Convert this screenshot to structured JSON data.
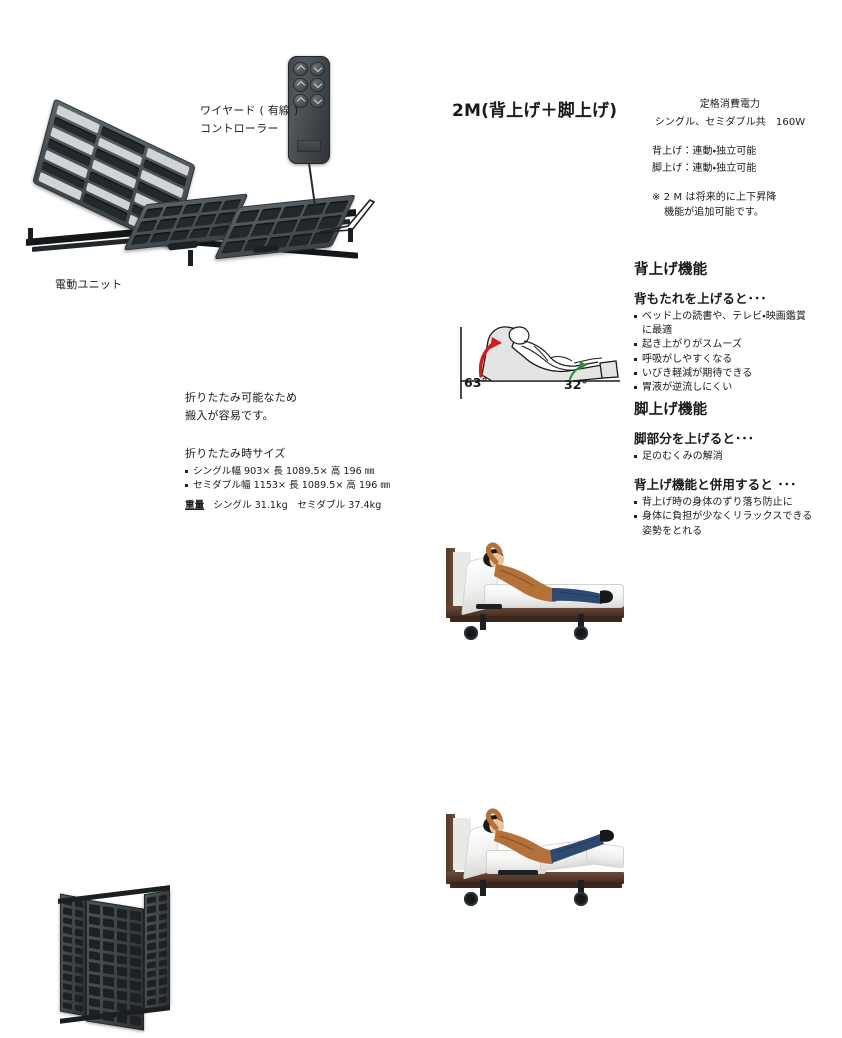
{
  "document": {
    "title": "2M(背上げ＋脚上げ)",
    "page_bg": "#ffffff"
  },
  "controller": {
    "label_line1": "ワイヤード ( 有線 )",
    "label_line2": "コントローラー",
    "button_count": 6,
    "buttons": [
      {
        "name": "back-up",
        "glyph": "chevron-up"
      },
      {
        "name": "back-down",
        "glyph": "chevron-down"
      },
      {
        "name": "leg-up",
        "glyph": "chevron-up"
      },
      {
        "name": "leg-down",
        "glyph": "chevron-down"
      },
      {
        "name": "all-up",
        "glyph": "chevron-up"
      },
      {
        "name": "all-down",
        "glyph": "chevron-down"
      }
    ]
  },
  "motor_unit": {
    "caption": "電動ユニット"
  },
  "power": {
    "heading": "定格消費電力",
    "value": "シングル、セミダブル共　160W"
  },
  "capability": {
    "line1": "背上げ：連動・独立可能",
    "line2": "脚上げ：連動・独立可能",
    "note_line1": "※ 2 M は将来的に上下昇降",
    "note_line2": "機能が追加可能です。"
  },
  "angle_diagram": {
    "back_angle_label": "63°",
    "leg_angle_label": "32°",
    "back_arrow_color": "#cc1f23",
    "leg_arrow_color": "#2e8b3d"
  },
  "folding": {
    "intro_line1": "折りたたみ可能なため",
    "intro_line2": "搬入が容易です。",
    "size_heading": "折りたたみ時サイズ",
    "sizes": [
      "シングル幅 903× 長 1089.5× 高 196 ㎜",
      "セミダブル幅 1153× 長 1089.5× 高 196 ㎜"
    ],
    "weight_label": "重量",
    "weight_value": "シングル 31.1kg　セミダブル 37.4kg"
  },
  "back_lift": {
    "heading": "背上げ機能",
    "subheading": "背もたれを上げると･･･",
    "bullets": [
      "ベッド上の読書や、テレビ・映画鑑賞",
      "に最適",
      "起き上がりがスムーズ",
      "呼吸がしやすくなる",
      "いびき軽減が期待できる",
      "胃液が逆流しにくい"
    ]
  },
  "leg_lift": {
    "heading": "脚上げ機能",
    "subheading": "脚部分を上げると･･･",
    "bullets": [
      "足のむくみの解消"
    ],
    "combo_subheading": "背上げ機能と併用すると ･･･",
    "combo_bullets": [
      "背上げ時の身体のずり落ち防止に",
      "身体に負担が少なくリラックスできる",
      "姿勢をとれる"
    ]
  },
  "photos": {
    "bed_platform_alt": "電動リクライニングベッドのスノコ床板（背上げ状態）",
    "folded_alt": "折りたたんだ状態のベッドフレーム",
    "back_lift_alt": "背上げ機能を使用して上体を起こした男性",
    "leg_lift_alt": "背上げと脚上げを併用した姿勢の男性",
    "shirt_color": "#b5713a",
    "jeans_color": "#2f4a72",
    "mattress_color": "#ffffff",
    "frame_color": "#523727"
  }
}
